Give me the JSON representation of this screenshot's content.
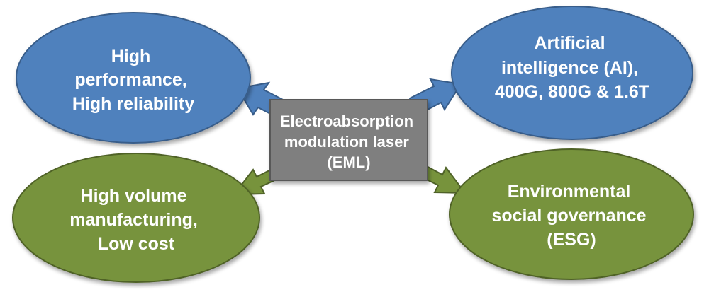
{
  "center": {
    "lines": [
      "Electroabsorption",
      "modulation laser",
      "(EML)"
    ]
  },
  "nodes": {
    "top_left": {
      "lines": [
        "High",
        "performance,",
        "High reliability"
      ]
    },
    "top_right": {
      "lines": [
        "Artificial",
        "intelligence (AI),",
        "400G, 800G & 1.6T"
      ]
    },
    "bottom_left": {
      "lines": [
        "High volume",
        "manufacturing,",
        "Low cost"
      ]
    },
    "bottom_right": {
      "lines": [
        "Environmental",
        "social governance",
        "(ESG)"
      ]
    }
  },
  "colors": {
    "blue_fill": "#4f81bd",
    "blue_border": "#385d8a",
    "green_fill": "#77933c",
    "green_border": "#4f6228",
    "center_fill": "#7f7f7f",
    "center_border": "#595959"
  }
}
